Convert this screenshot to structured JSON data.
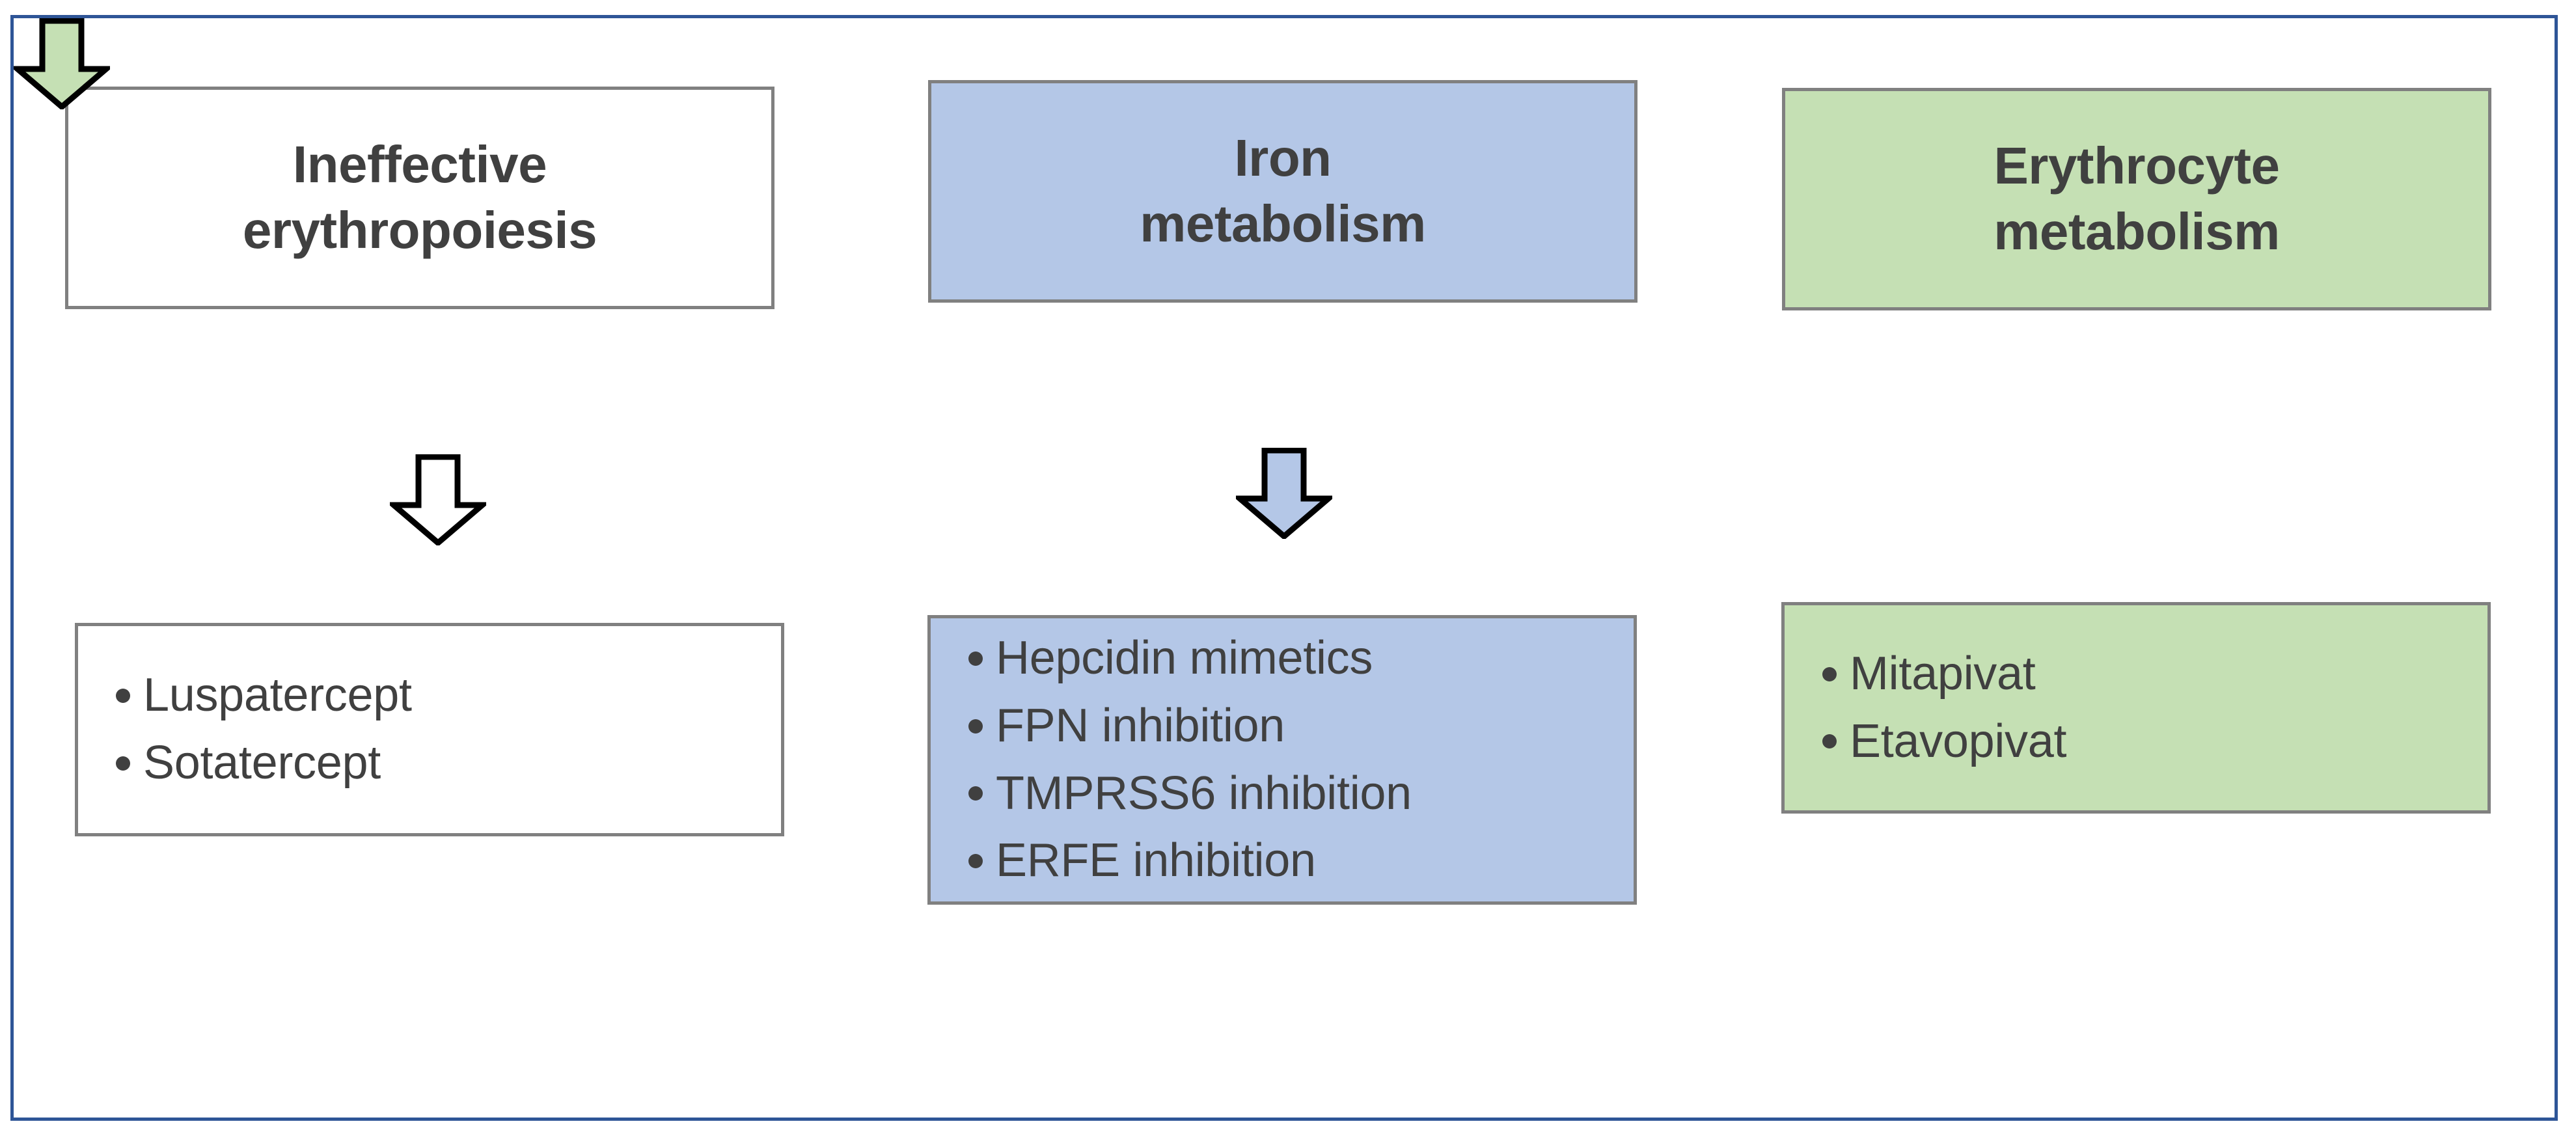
{
  "diagram": {
    "frame_border_color": "#2e5597",
    "box_border_color": "#808080",
    "text_color": "#404040",
    "columns": [
      {
        "id": "ineffective-erythropoiesis",
        "header": "Ineffective\nerythropoiesis",
        "fill": "#ffffff",
        "arrow_fill": "#ffffff",
        "items": [
          "Luspatercept",
          "Sotatercept"
        ]
      },
      {
        "id": "iron-metabolism",
        "header": "Iron\nmetabolism",
        "fill": "#b4c7e7",
        "arrow_fill": "#b4c7e7",
        "items": [
          "Hepcidin mimetics",
          "FPN inhibition",
          "TMPRSS6 inhibition",
          "ERFE inhibition"
        ]
      },
      {
        "id": "erythrocyte-metabolism",
        "header": "Erythrocyte\nmetabolism",
        "fill": "#c5e0b4",
        "arrow_fill": "#c5e0b4",
        "items": [
          "Mitapivat",
          "Etavopivat"
        ]
      }
    ]
  }
}
